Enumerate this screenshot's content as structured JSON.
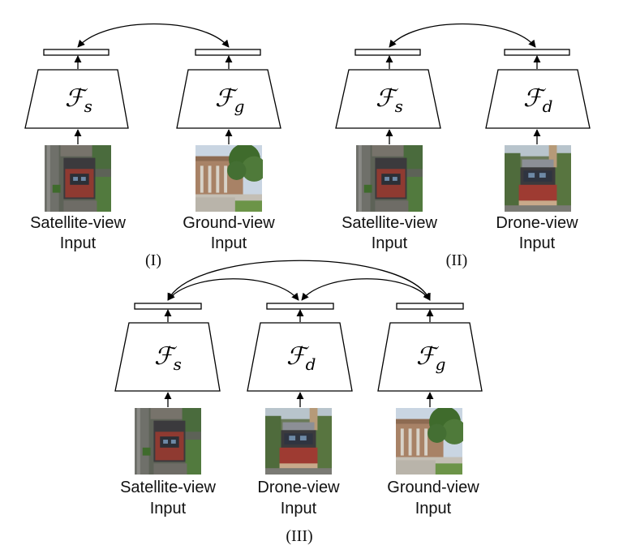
{
  "panels": {
    "I": {
      "label": "(I)",
      "encoders": [
        {
          "symbol": "ℱ",
          "subscript": "s"
        },
        {
          "symbol": "ℱ",
          "subscript": "g"
        }
      ],
      "inputs": [
        {
          "line1": "Satellite-view",
          "line2": "Input",
          "image": "satellite-thumbnail"
        },
        {
          "line1": "Ground-view",
          "line2": "Input",
          "image": "ground-thumbnail"
        }
      ]
    },
    "II": {
      "label": "(II)",
      "encoders": [
        {
          "symbol": "ℱ",
          "subscript": "s"
        },
        {
          "symbol": "ℱ",
          "subscript": "d"
        }
      ],
      "inputs": [
        {
          "line1": "Satellite-view",
          "line2": "Input",
          "image": "satellite-thumbnail"
        },
        {
          "line1": "Drone-view",
          "line2": "Input",
          "image": "drone-thumbnail"
        }
      ]
    },
    "III": {
      "label": "(III)",
      "encoders": [
        {
          "symbol": "ℱ",
          "subscript": "s"
        },
        {
          "symbol": "ℱ",
          "subscript": "d"
        },
        {
          "symbol": "ℱ",
          "subscript": "g"
        }
      ],
      "inputs": [
        {
          "line1": "Satellite-view",
          "line2": "Input",
          "image": "satellite-thumbnail"
        },
        {
          "line1": "Drone-view",
          "line2": "Input",
          "image": "drone-thumbnail"
        },
        {
          "line1": "Ground-view",
          "line2": "Input",
          "image": "ground-thumbnail"
        }
      ]
    }
  },
  "colors": {
    "line": "#000000",
    "roof_red": "#9e3b32",
    "roof_dark": "#3b3a3d",
    "grass": "#4f7a3a",
    "tree": "#3f6b2c",
    "facade": "#b08a6a",
    "sky": "#c9d5e2",
    "street": "#6b6b6b"
  }
}
